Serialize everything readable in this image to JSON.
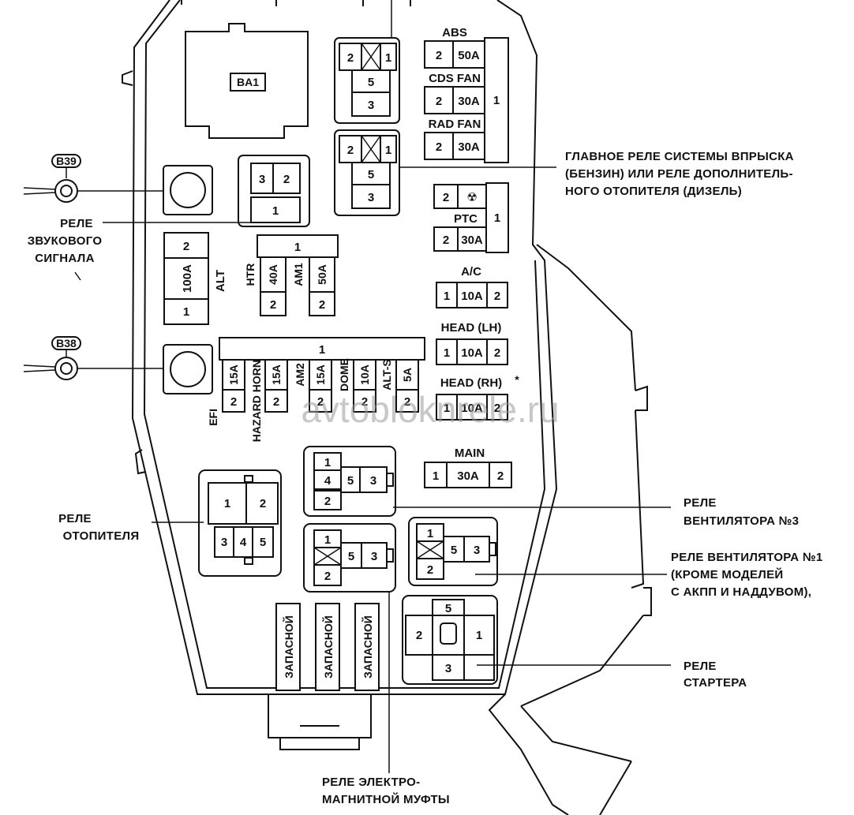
{
  "connectors": {
    "b39": "B39",
    "b38": "B38"
  },
  "top_block": {
    "ba1": "BA1"
  },
  "fuses_right": {
    "abs": {
      "name": "ABS",
      "left": "2",
      "amp": "50A"
    },
    "cds_fan": {
      "name": "CDS FAN",
      "left": "2",
      "amp": "30A"
    },
    "rad_fan": {
      "name": "RAD FAN",
      "left": "2",
      "amp": "30A"
    },
    "group_right": "1"
  },
  "relay_top1": {
    "p2": "2",
    "p1": "1",
    "p5": "5",
    "p3": "3"
  },
  "relay_top2": {
    "p2": "2",
    "p1": "1",
    "p5": "5",
    "p3": "3"
  },
  "ptc": {
    "name": "PTC",
    "top_left": "2",
    "top_icon": "☢",
    "left": "2",
    "amp": "30A",
    "right": "1"
  },
  "ac": {
    "name": "A/C",
    "left": "1",
    "amp": "10A",
    "right": "2"
  },
  "head_lh": {
    "name": "HEAD (LH)",
    "left": "1",
    "amp": "10A",
    "right": "2"
  },
  "head_rh": {
    "name": "HEAD (RH)",
    "mark": "*",
    "left": "1",
    "amp": "10A",
    "right": "2"
  },
  "main": {
    "name": "MAIN",
    "left": "1",
    "amp": "30A",
    "right": "2"
  },
  "horn_relay": {
    "p3": "3",
    "p2": "2",
    "p1": "1"
  },
  "alt": {
    "top": "2",
    "amp": "100A",
    "bottom": "1",
    "name": "ALT"
  },
  "htr_group": {
    "top": "1",
    "htr": "HTR",
    "htr_amp": "40A",
    "am1": "AM1",
    "am1_amp": "50A",
    "b1": "2",
    "b2": "2"
  },
  "fuse_row": {
    "top": "1",
    "labels": [
      "EFI",
      "HAZARD HORN",
      "AM2",
      "DOME",
      "ALT-S"
    ],
    "amps": [
      "15A",
      "15A",
      "15A",
      "10A",
      "5A"
    ],
    "bottom": [
      "2",
      "2",
      "2",
      "2",
      "2"
    ]
  },
  "heater_relay": {
    "p1": "1",
    "p2": "2",
    "p3": "3",
    "p4": "4",
    "p5": "5"
  },
  "fan3_relay": {
    "p1": "1",
    "p4": "4",
    "p5": "5",
    "p3": "3",
    "p2": "2"
  },
  "clutch_relay": {
    "p1": "1",
    "p5": "5",
    "p3": "3",
    "p2": "2"
  },
  "fan1_relay": {
    "p1": "1",
    "p5": "5",
    "p3": "3",
    "p2": "2"
  },
  "starter_relay": {
    "p5": "5",
    "p2": "2",
    "p1": "1",
    "p3": "3"
  },
  "spares": [
    "ЗАПАСНОЙ",
    "ЗАПАСНОЙ",
    "ЗАПАСНОЙ"
  ],
  "callouts": {
    "efi_relay": [
      "ГЛАВНОЕ РЕЛЕ СИСТЕМЫ ВПРЫСКА",
      "(БЕНЗИН) ИЛИ РЕЛЕ ДОПОЛНИТЕЛЬ-",
      "НОГО ОТОПИТЕЛЯ (ДИЗЕЛЬ)"
    ],
    "horn_relay": [
      "РЕЛЕ",
      "ЗВУКОВОГО",
      "СИГНАЛА"
    ],
    "fan3_relay": [
      "РЕЛЕ",
      "ВЕНТИЛЯТОРА №3"
    ],
    "heater_relay": [
      "РЕЛЕ",
      "ОТОПИТЕЛЯ"
    ],
    "fan1_relay": [
      "РЕЛЕ ВЕНТИЛЯТОРА №1",
      "(КРОМЕ МОДЕЛЕЙ",
      "С АКПП И НАДДУВОМ),"
    ],
    "starter_relay": [
      "РЕЛЕ",
      "СТАРТЕРА"
    ],
    "clutch_relay": [
      "РЕЛЕ ЭЛЕКТРО-",
      "МАГНИТНОЙ МУФТЫ"
    ]
  },
  "watermark": "avtobloknrele.ru"
}
